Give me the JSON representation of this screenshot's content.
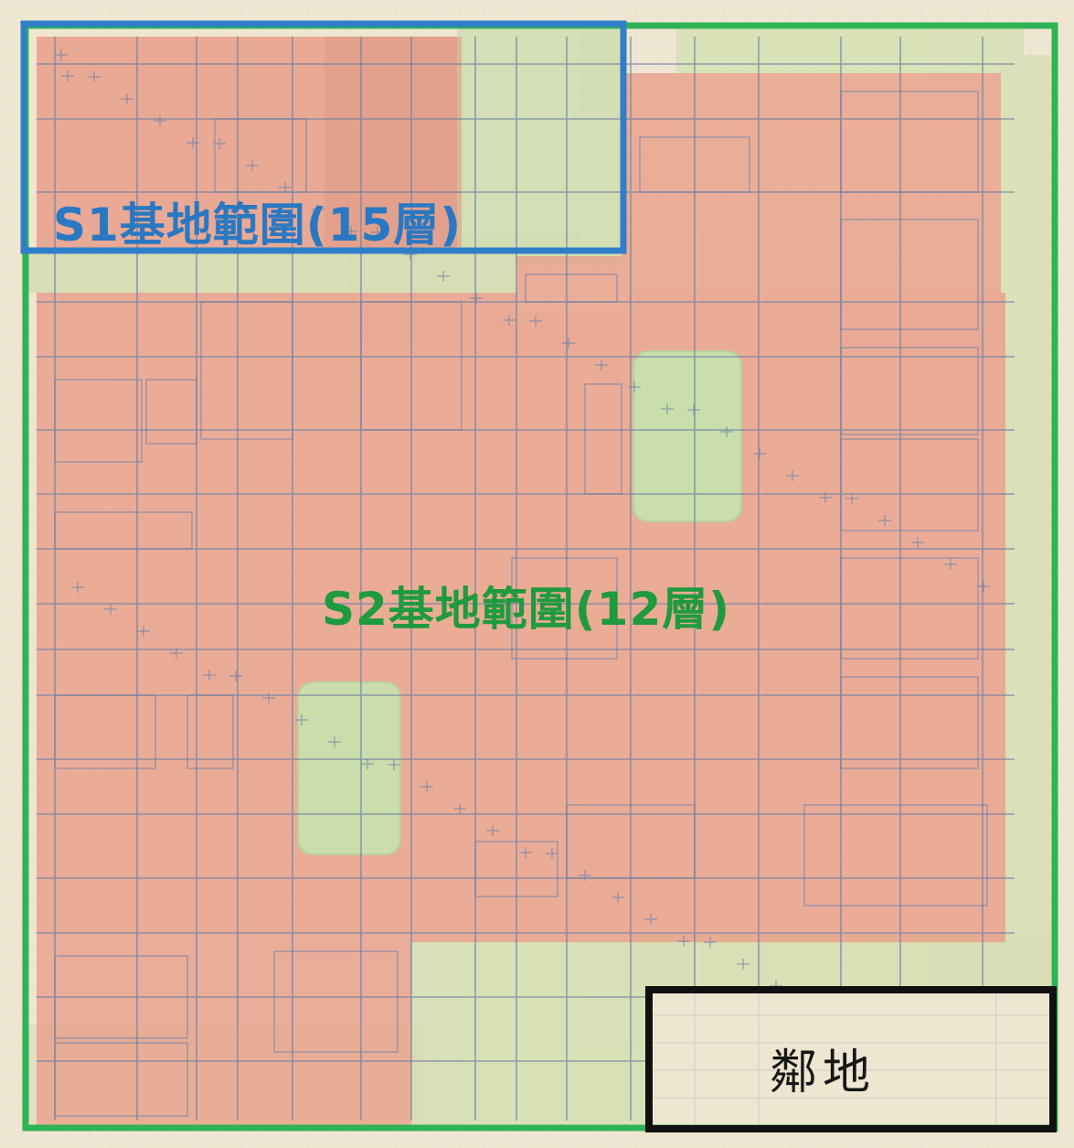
{
  "map": {
    "s1_label": "S1基地範圍(15層)",
    "s2_label": "S2基地範圍(12層)",
    "neighbor_label": "鄰地"
  },
  "colors": {
    "s1_border": "#2f7fc8",
    "s2_border": "#2fb356",
    "neighbor_border": "#111111",
    "paper": "#efe6d2",
    "building_tint": "#e79a86",
    "green_tint": "#cfe0b0",
    "drawing_ink": "#6a7fa6"
  }
}
